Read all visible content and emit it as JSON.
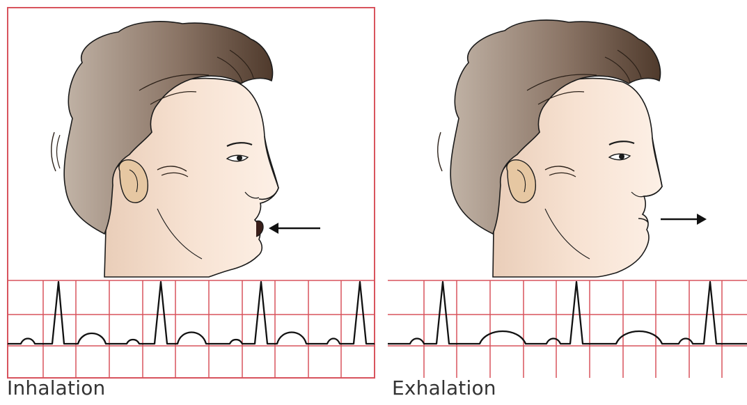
{
  "panels": [
    {
      "caption": "Inhalation",
      "airflow": "into mouth",
      "framed": true
    },
    {
      "caption": "Exhalation",
      "airflow": "out of mouth",
      "framed": false
    }
  ],
  "colors": {
    "grid": "#d8535d",
    "trace": "#111111",
    "skin_light": "#fbe8db",
    "skin_shadow": "#e8c7ae",
    "hair_light": "#b8a79a",
    "hair_dark": "#5b4536",
    "ear": "#e6c7a2"
  },
  "icons": [
    "head-profile",
    "arrow-left-icon",
    "arrow-right-icon",
    "ecg-trace"
  ]
}
